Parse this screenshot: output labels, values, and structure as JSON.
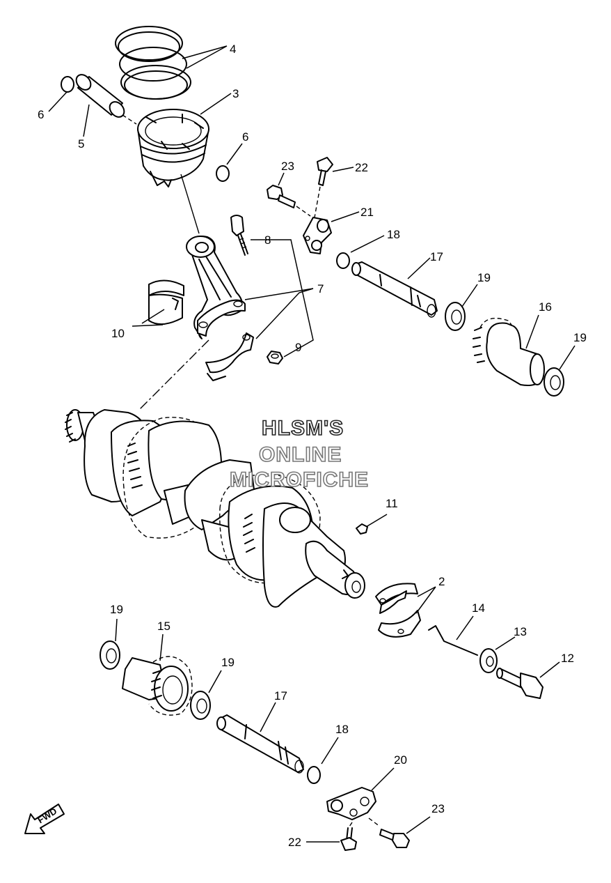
{
  "watermark": {
    "line1": "HLSM'S",
    "line2": "ONLINE",
    "line3": "MICROFICHE"
  },
  "direction_label": "FWD",
  "callouts": {
    "c2": "2",
    "c3": "3",
    "c4": "4",
    "c5": "5",
    "c6a": "6",
    "c6b": "6",
    "c7": "7",
    "c8": "8",
    "c9": "9",
    "c10": "10",
    "c11": "11",
    "c12": "12",
    "c13": "13",
    "c14": "14",
    "c15": "15",
    "c16": "16",
    "c17a": "17",
    "c17b": "17",
    "c18a": "18",
    "c18b": "18",
    "c19a": "19",
    "c19b": "19",
    "c19c": "19",
    "c19d": "19",
    "c20": "20",
    "c21": "21",
    "c22a": "22",
    "c22b": "22",
    "c23a": "23",
    "c23b": "23"
  }
}
